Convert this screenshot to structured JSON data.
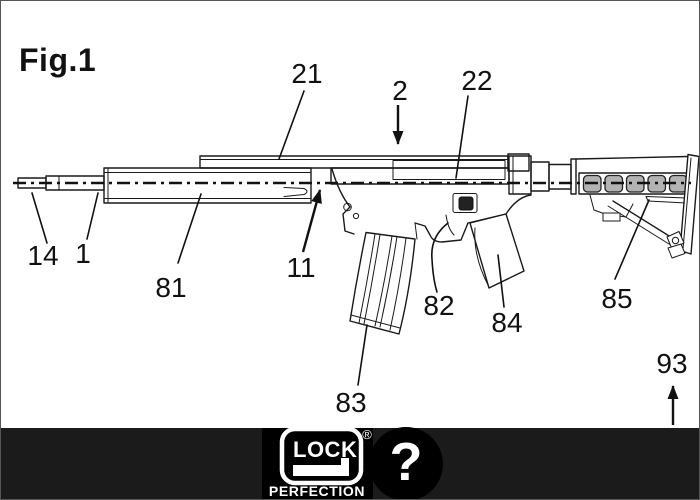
{
  "figure": {
    "title": "Fig.1",
    "reference_labels": {
      "n21": "21",
      "n2": "2",
      "n22": "22",
      "n14": "14",
      "n1": "1",
      "n81": "81",
      "n11": "11",
      "n82": "82",
      "n83": "83",
      "n84": "84",
      "n85": "85",
      "n93": "93"
    }
  },
  "drawing": {
    "line_color": "#1a1a1a",
    "background": "#ffffff",
    "slot_fill": "#b3b3b3"
  },
  "footer": {
    "logo_text": "LOCK",
    "registered_symbol": "®",
    "tagline": "PERFECTION",
    "badge": "?",
    "bar_color": "#1b1b1b",
    "logo_bg": "#000000",
    "text_color": "#ffffff"
  }
}
